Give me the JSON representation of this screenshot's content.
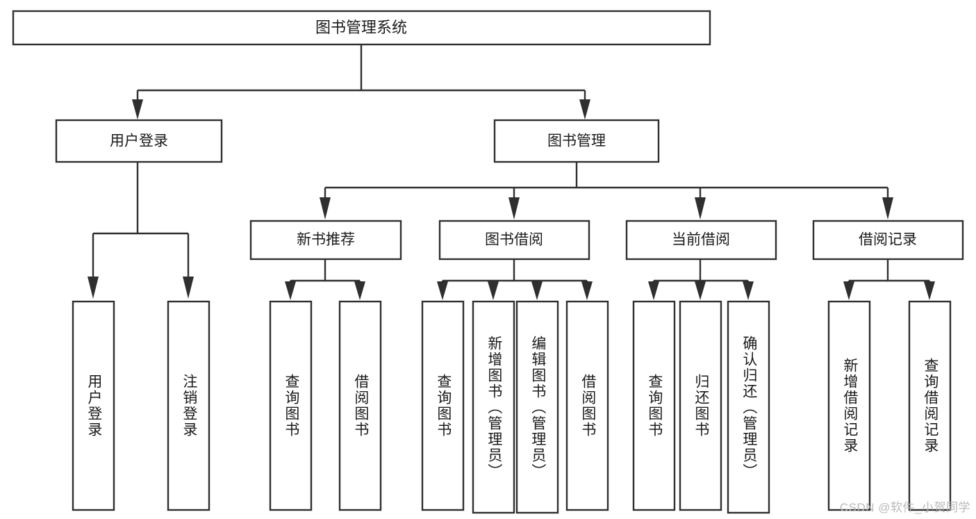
{
  "diagram": {
    "title": "图书管理系统",
    "type": "tree-hierarchy-diagram",
    "orientation": "top-down",
    "colors": {
      "stroke": "#2f2f2f",
      "fill": "#ffffff",
      "text": "#1a1a1a",
      "background": "#ffffff",
      "watermark": "#b9b9b9"
    },
    "root": {
      "label": "图书管理系统"
    },
    "level2": [
      {
        "id": "user-login",
        "label": "用户登录"
      },
      {
        "id": "book-management",
        "label": "图书管理"
      }
    ],
    "level3": [
      {
        "id": "new-book-recommend",
        "label": "新书推荐",
        "parent": "book-management"
      },
      {
        "id": "book-borrow",
        "label": "图书借阅",
        "parent": "book-management"
      },
      {
        "id": "current-borrow",
        "label": "当前借阅",
        "parent": "book-management"
      },
      {
        "id": "borrow-record",
        "label": "借阅记录",
        "parent": "book-management"
      }
    ],
    "leaves": {
      "user-login": [
        {
          "id": "leaf-user-login",
          "label": "用户登录"
        },
        {
          "id": "leaf-user-logout",
          "label": "注销登录"
        }
      ],
      "new-book-recommend": [
        {
          "id": "leaf-query-book-1",
          "label": "查询图书"
        },
        {
          "id": "leaf-borrow-book-1",
          "label": "借阅图书"
        }
      ],
      "book-borrow": [
        {
          "id": "leaf-query-book-2",
          "label": "查询图书"
        },
        {
          "id": "leaf-add-book",
          "label": "新增图书（管理员）"
        },
        {
          "id": "leaf-edit-book",
          "label": "编辑图书（管理员）"
        },
        {
          "id": "leaf-borrow-book-2",
          "label": "借阅图书"
        }
      ],
      "current-borrow": [
        {
          "id": "leaf-query-book-3",
          "label": "查询图书"
        },
        {
          "id": "leaf-return-book",
          "label": "归还图书"
        },
        {
          "id": "leaf-confirm-return",
          "label": "确认归还（管理员）"
        }
      ],
      "borrow-record": [
        {
          "id": "leaf-add-record",
          "label": "新增借阅记录"
        },
        {
          "id": "leaf-query-record",
          "label": "查询借阅记录"
        }
      ]
    }
  },
  "watermark": {
    "text": "CSDN @软件_小贺同学"
  }
}
